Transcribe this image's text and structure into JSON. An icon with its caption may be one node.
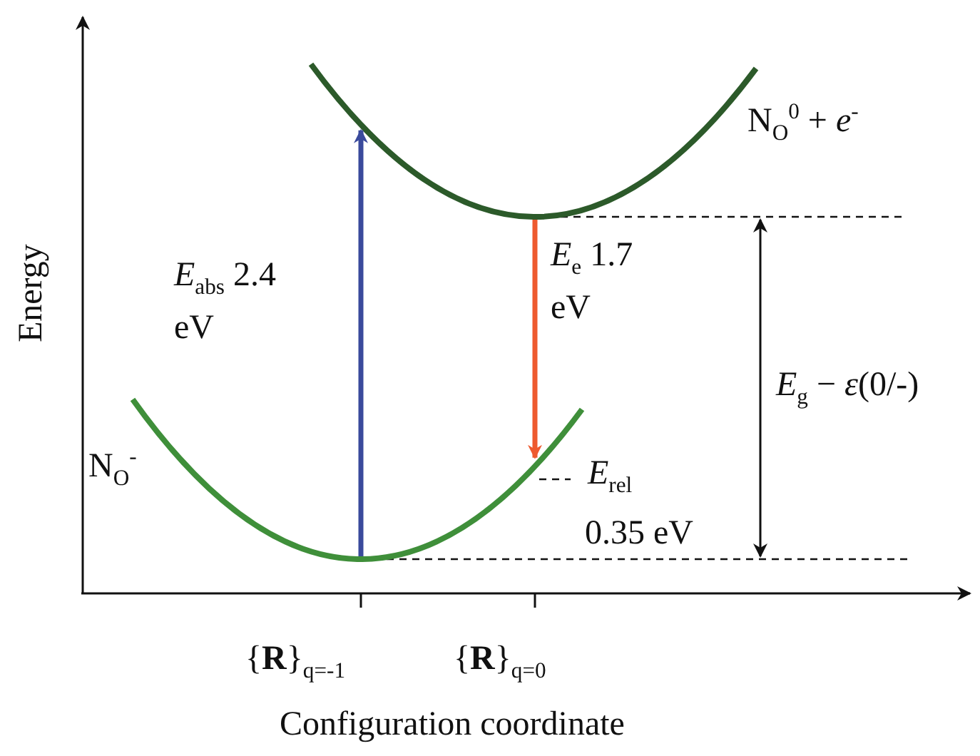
{
  "diagram": {
    "nodes": [
      {
        "text": [],
        "shape": "curve",
        "beside": [
          "N$_{O}$$^{-}$"
        ]
      },
      {
        "text": [],
        "shape": "curve",
        "beside": [
          "N$_{O}$$^{0}$ + *e*$^{-}$"
        ]
      }
    ],
    "edges": [
      {
        "from": 0,
        "to": 1,
        "arrow": "to",
        "label": "*E*$_{abs}$ 2.4 eV",
        "color": "#3a4a9c"
      },
      {
        "from": 1,
        "to": 0,
        "arrow": "to",
        "label": "*E*$_{e}$ 1.7 eV",
        "color": "#ee5a2f"
      }
    ],
    "labels": [
      "Energy",
      "*E*$_{rel}$",
      "0.35 eV",
      "*E*$_{g}$ − *ε*(0/-)",
      "{**R**}$_{q=-1}$",
      "{**R**}$_{q=0}$",
      "Configuration coordinate"
    ]
  }
}
